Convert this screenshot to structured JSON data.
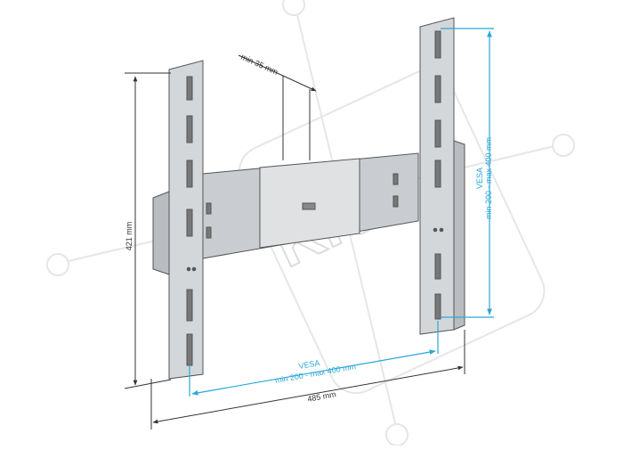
{
  "dimensions": {
    "height_label": "421 mm",
    "width_label": "485 mm",
    "depth_label": "min 35 mm",
    "vesa_h_title": "VESA",
    "vesa_h_range": "min 200 - max 400 mm",
    "vesa_v_title": "VESA",
    "vesa_v_range": "min 200 - max 400 mm"
  },
  "watermark": {
    "text": "KKU"
  },
  "colors": {
    "bracket": "#c9ccd0",
    "bracket_stroke": "#555555",
    "dimension_line": "#333333",
    "vesa_line": "#2aa7d8",
    "watermark": "#e8e8e8"
  }
}
